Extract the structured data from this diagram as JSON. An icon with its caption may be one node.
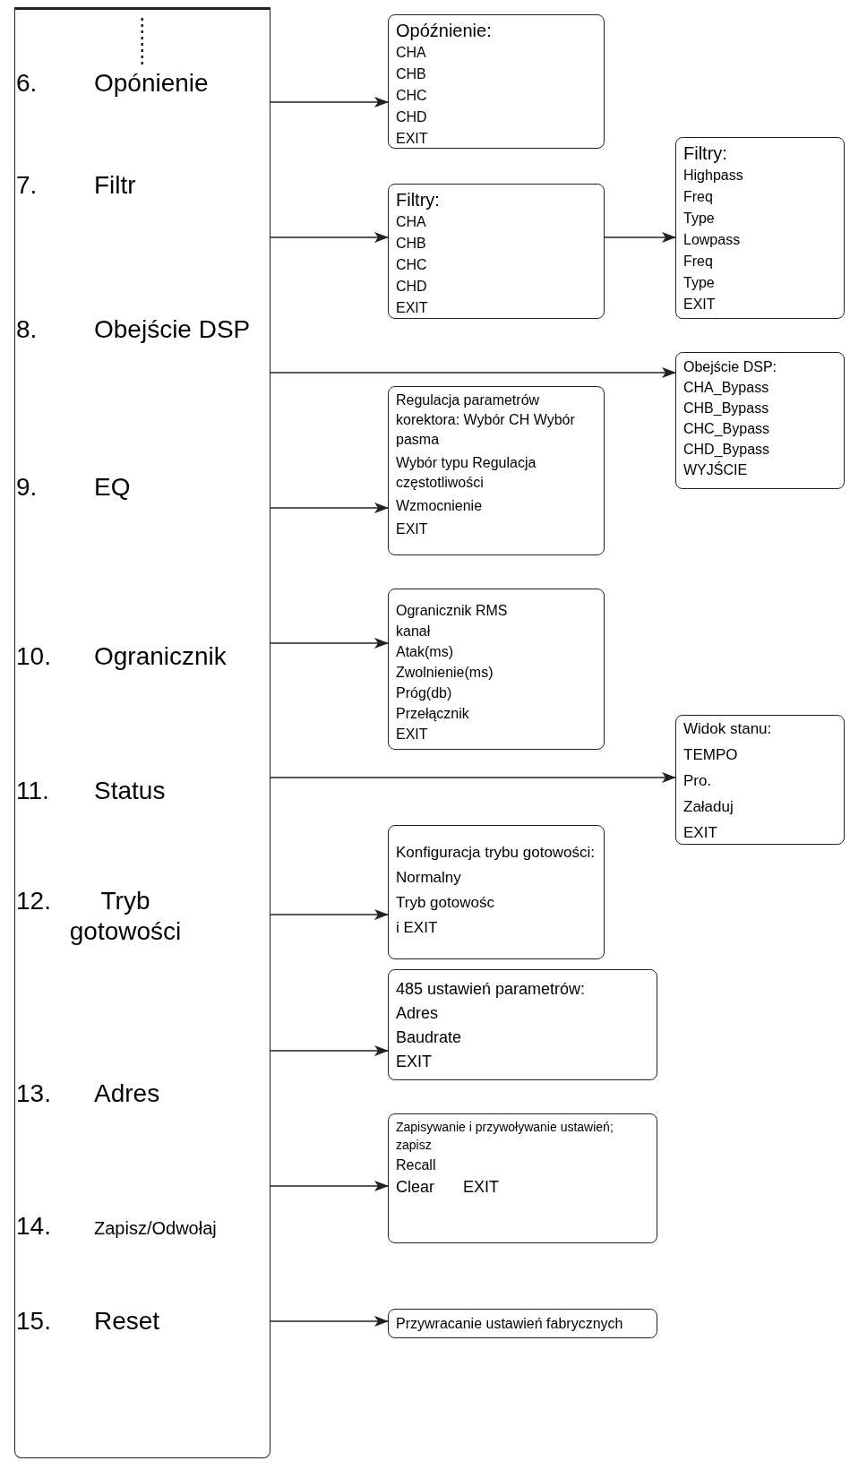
{
  "diagram": {
    "nodes": [
      {
        "text": [
          "6.",
          "Opónienie",
          "7.",
          "Filtr",
          "8.",
          "Obejście DSP",
          "9.",
          "EQ",
          "10.",
          "Ogranicznik",
          "11.",
          "Status",
          "12.",
          "Tryb gotowości",
          "13.",
          "Adres",
          "14.",
          "Zapisz/Odwołaj",
          "15.",
          "Reset"
        ]
      },
      {
        "text": [
          "Opóźnienie:",
          "CHA",
          "CHB",
          "CHC",
          "CHD",
          "EXIT"
        ]
      },
      {
        "text": [
          "Filtry:",
          "CHA",
          "CHB",
          "CHC",
          "CHD",
          "EXIT"
        ]
      },
      {
        "text": [
          "Filtry:",
          "Highpass",
          "Freq",
          "Type",
          "Lowpass",
          "Freq",
          "Type",
          "EXIT"
        ]
      },
      {
        "text": [
          "Obejście DSP:",
          "CHA_Bypass",
          "CHB_Bypass",
          "CHC_Bypass",
          "CHD_Bypass",
          "WYJŚCIE"
        ]
      },
      {
        "text": [
          "Regulacja parametrów korektora: Wybór CH Wybór pasma",
          "Wybór typu Regulacja częstotliwości",
          "Wzmocnienie",
          "EXIT"
        ]
      },
      {
        "text": [
          "Ogranicznik RMS",
          "kanał",
          "Atak(ms)",
          "Zwolnienie(ms)",
          "Próg(db)",
          "Przełącznik",
          "EXIT"
        ]
      },
      {
        "text": [
          "Widok stanu:",
          "TEMPO",
          "Pro.",
          "Załaduj",
          "EXIT"
        ]
      },
      {
        "text": [
          "Konfiguracja trybu gotowości:",
          "Normalny",
          "Tryb gotowośc",
          "i EXIT"
        ]
      },
      {
        "text": [
          "485 ustawień parametrów:",
          "Adres",
          "Baudrate",
          "EXIT"
        ]
      },
      {
        "text": [
          "Zapisywanie i przywoływanie ustawień;",
          "zapisz",
          "Recall",
          "Clear",
          "EXIT"
        ]
      },
      {
        "text": [
          "Przywracanie ustawień fabrycznych"
        ]
      }
    ],
    "edges": [
      {
        "from": 0,
        "to": 1,
        "arrow": "to"
      },
      {
        "from": 0,
        "to": 2,
        "arrow": "to"
      },
      {
        "from": 2,
        "to": 3,
        "arrow": "to"
      },
      {
        "from": 0,
        "to": 4,
        "arrow": "to"
      },
      {
        "from": 0,
        "to": 5,
        "arrow": "to"
      },
      {
        "from": 0,
        "to": 6,
        "arrow": "to"
      },
      {
        "from": 0,
        "to": 7,
        "arrow": "to"
      },
      {
        "from": 0,
        "to": 8,
        "arrow": "to"
      },
      {
        "from": 0,
        "to": 9,
        "arrow": "to"
      },
      {
        "from": 0,
        "to": 10,
        "arrow": "to"
      },
      {
        "from": 0,
        "to": 11,
        "arrow": "to"
      }
    ]
  }
}
